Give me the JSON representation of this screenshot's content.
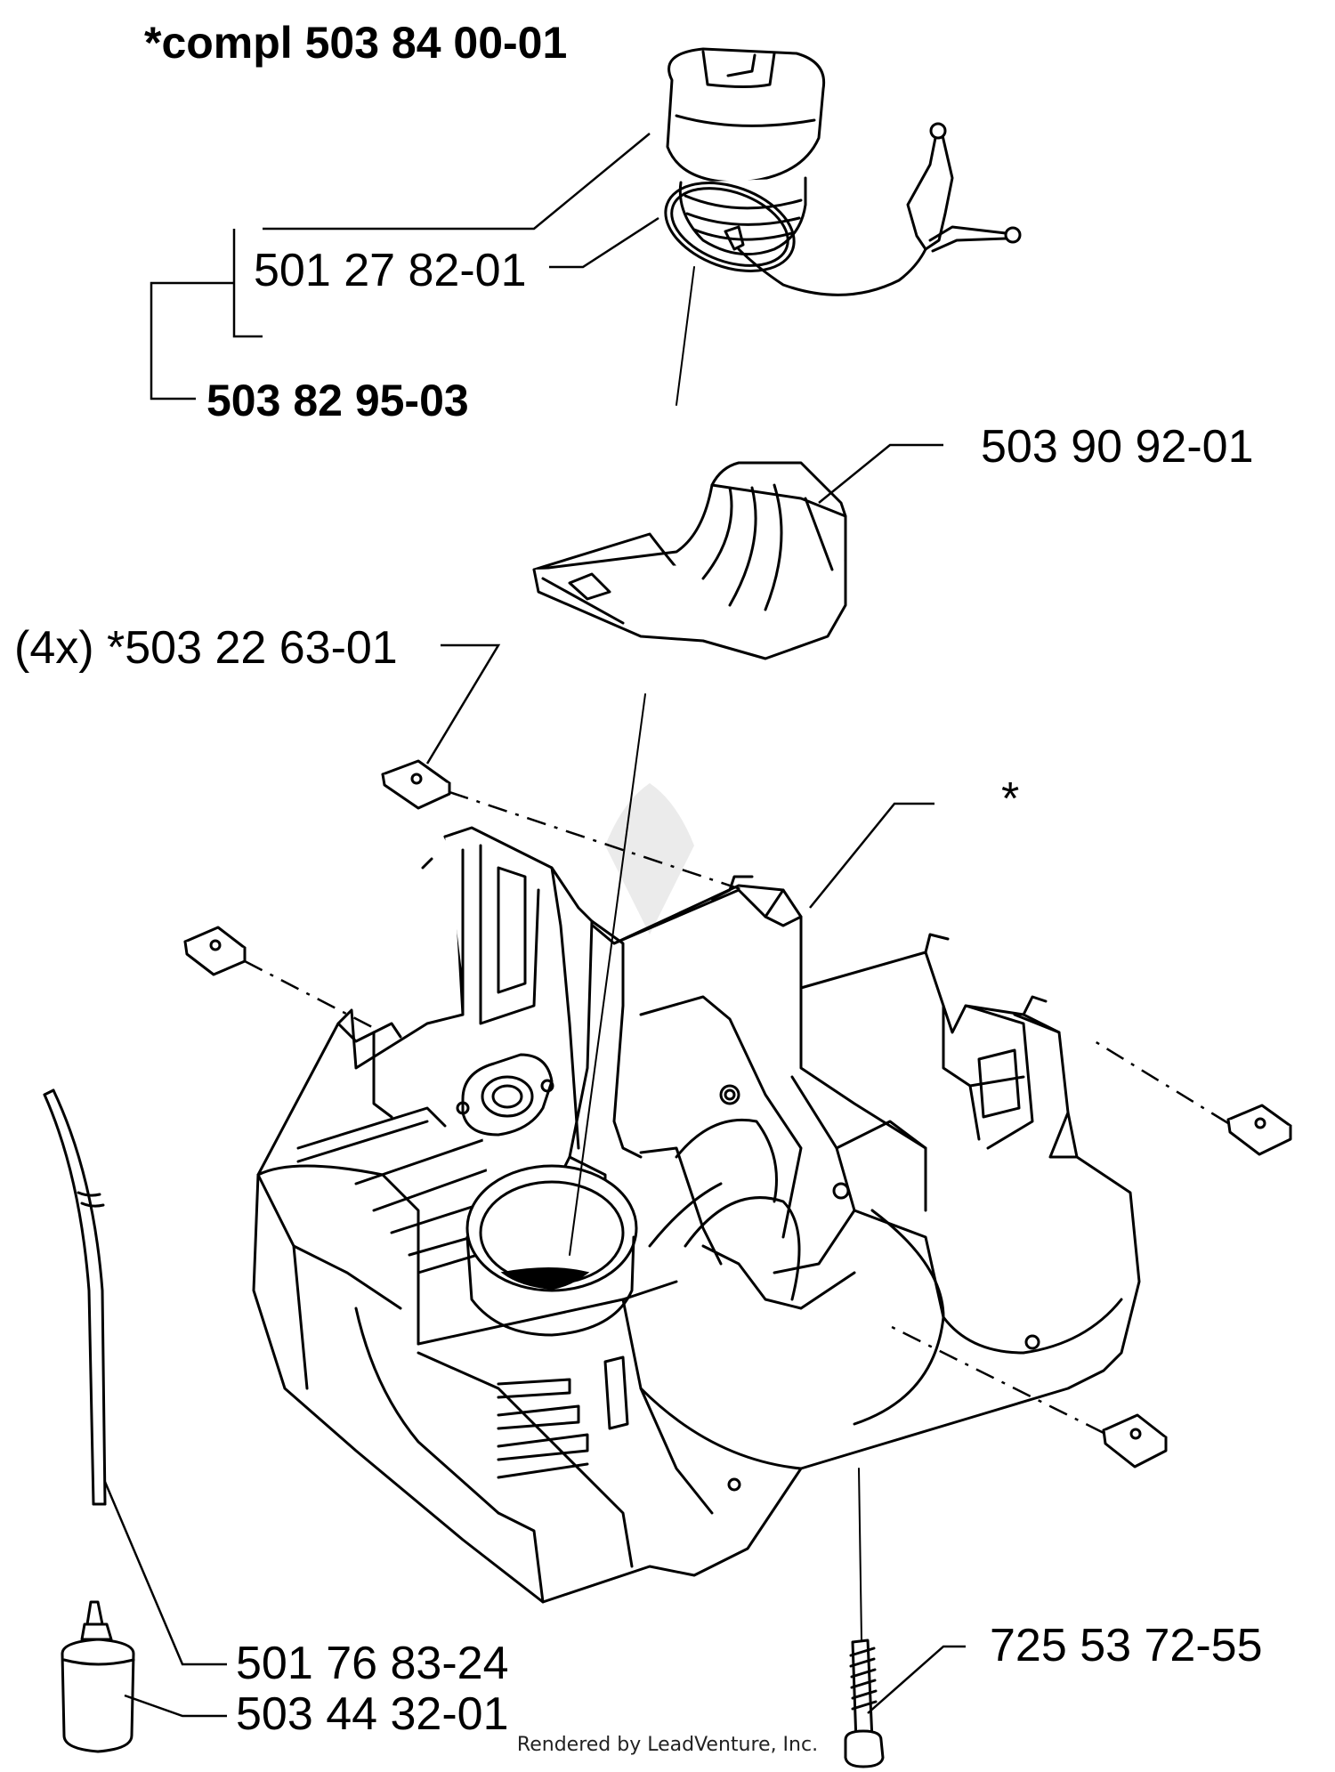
{
  "diagram": {
    "compl_label": "*compl 503 84 00-01",
    "cap_part": "501 27 82-01",
    "cap_assembly": "503 82 95-03",
    "insert_part": "503 90 92-01",
    "clip_part": "(4x) *503 22 63-01",
    "tank_marker": "*",
    "bolt_part": "725 53 72-55",
    "hose_part": "501 76 83-24",
    "filter_part": "503 44 32-01"
  },
  "footer": {
    "text": "Rendered by LeadVenture, Inc."
  }
}
